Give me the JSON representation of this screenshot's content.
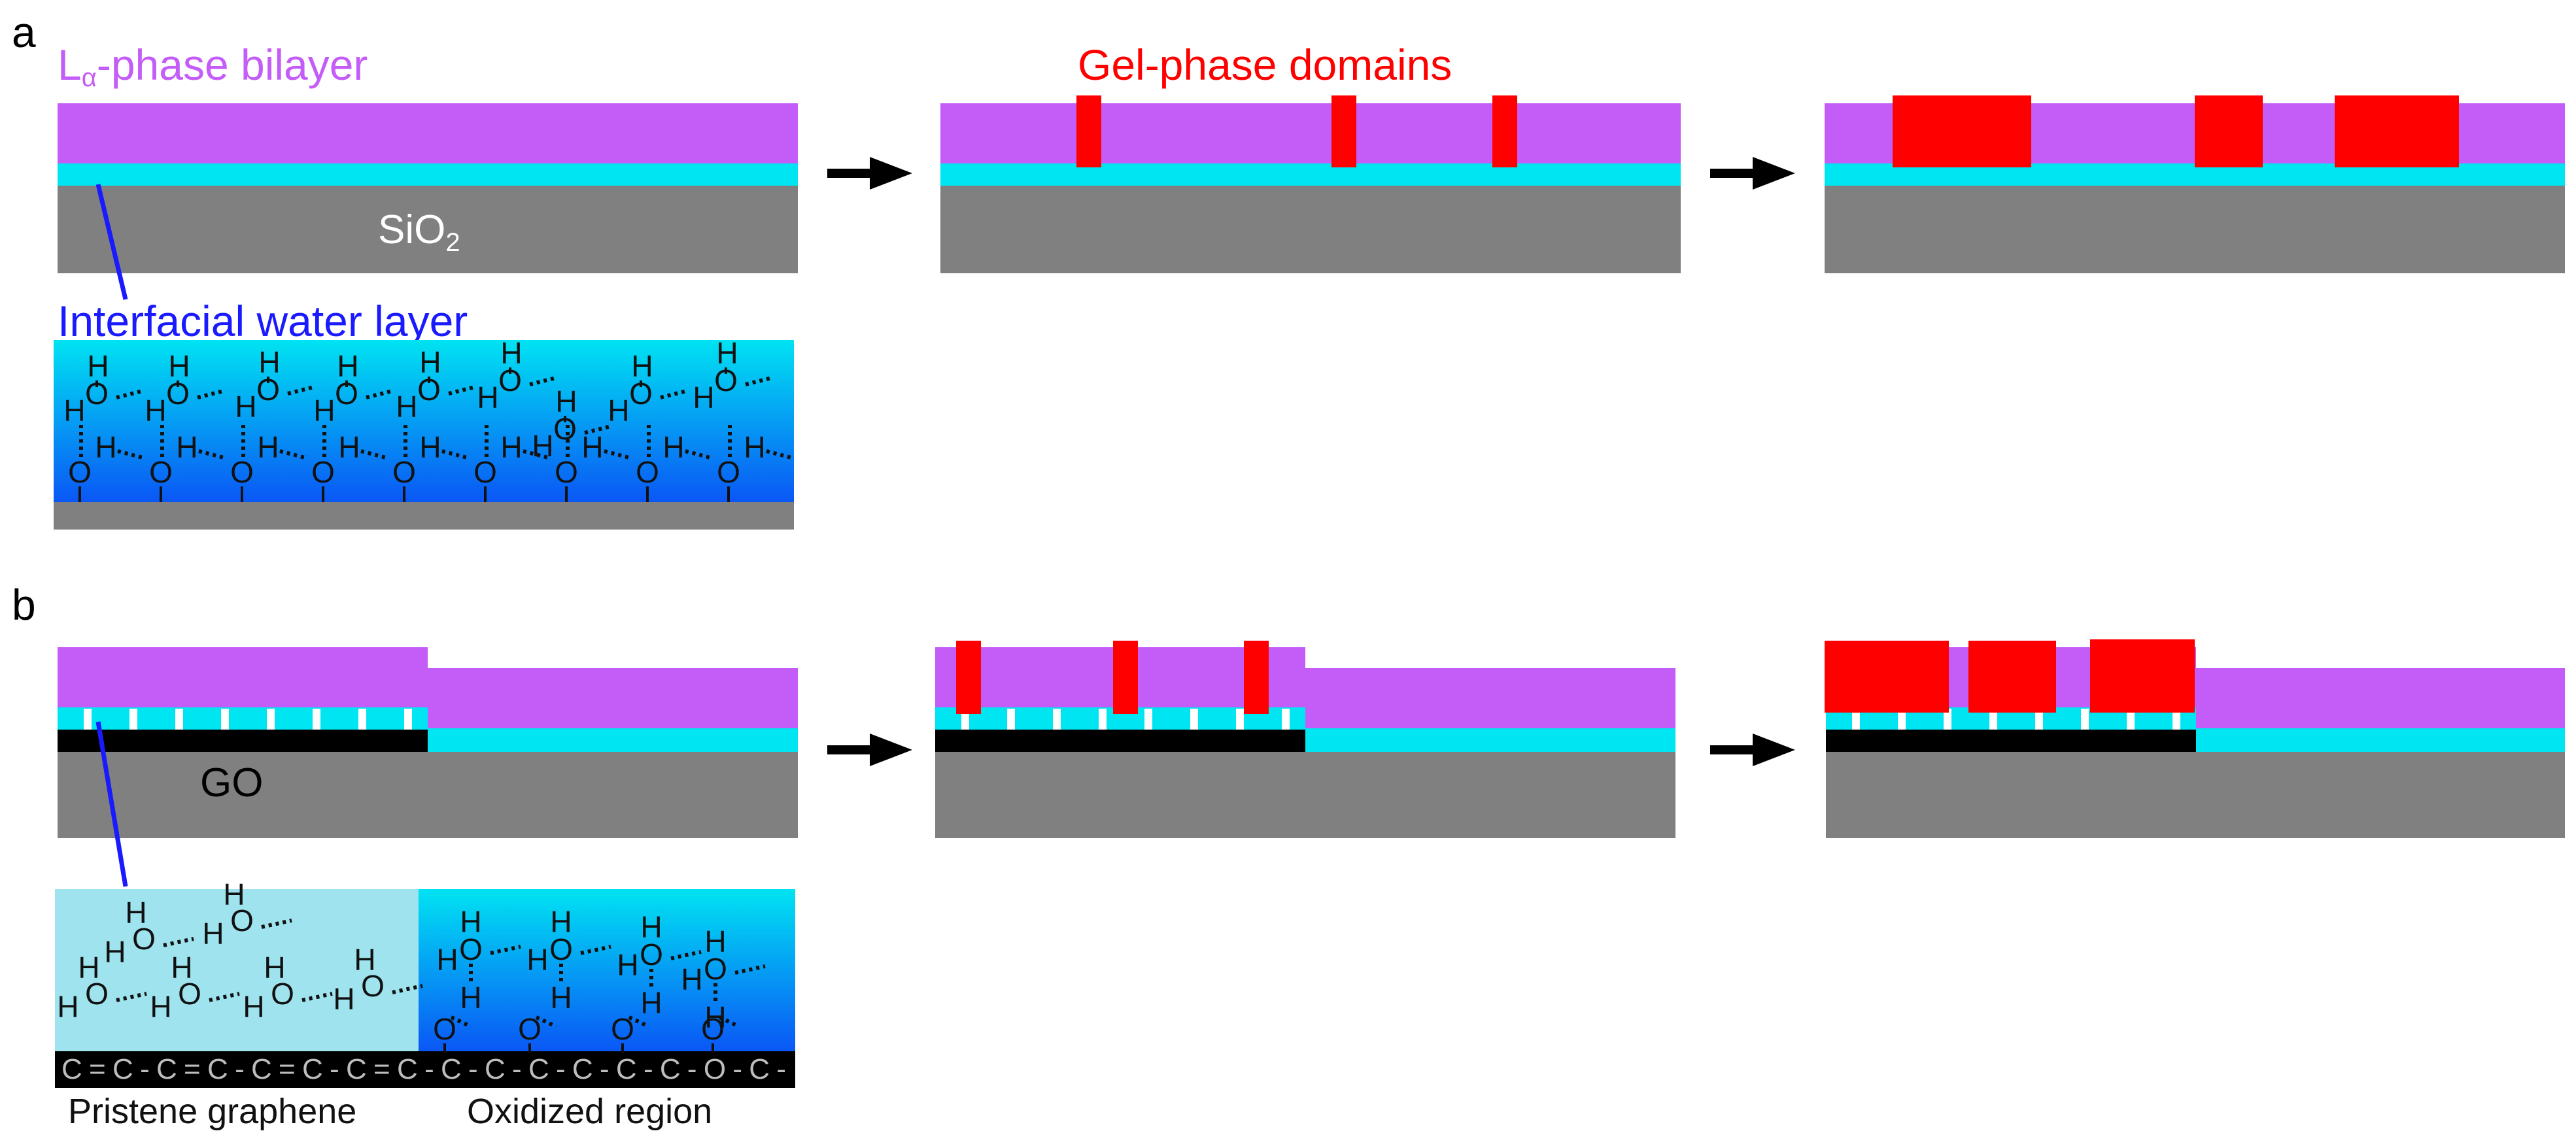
{
  "colors": {
    "bilayer": "#c45cf7",
    "water": "#00e5f2",
    "substrate": "#808080",
    "gel": "#ff0000",
    "graphene": "#000000",
    "pointer": "#1a1aff",
    "water_grad_top": "#00e3f2",
    "water_grad_bottom": "#0a57f5",
    "pristine_water": "#9fe3ef"
  },
  "panel_a": {
    "letter": "a",
    "bilayer_label_main": "L",
    "bilayer_label_sub": "α",
    "bilayer_label_rest": "-phase bilayer",
    "gel_label": "Gel-phase domains",
    "substrate_label_main": "SiO",
    "substrate_label_sub": "2",
    "water_layer_label": "Interfacial water layer"
  },
  "panel_b": {
    "letter": "b",
    "substrate_label": "GO",
    "chain_text": "C=C-C=C-C=C-C=C-C-C-C-C-C-C-O-C-",
    "left_caption": "Pristene graphene",
    "right_caption": "Oxidized region"
  },
  "icons": [
    "arrow-right-icon"
  ]
}
